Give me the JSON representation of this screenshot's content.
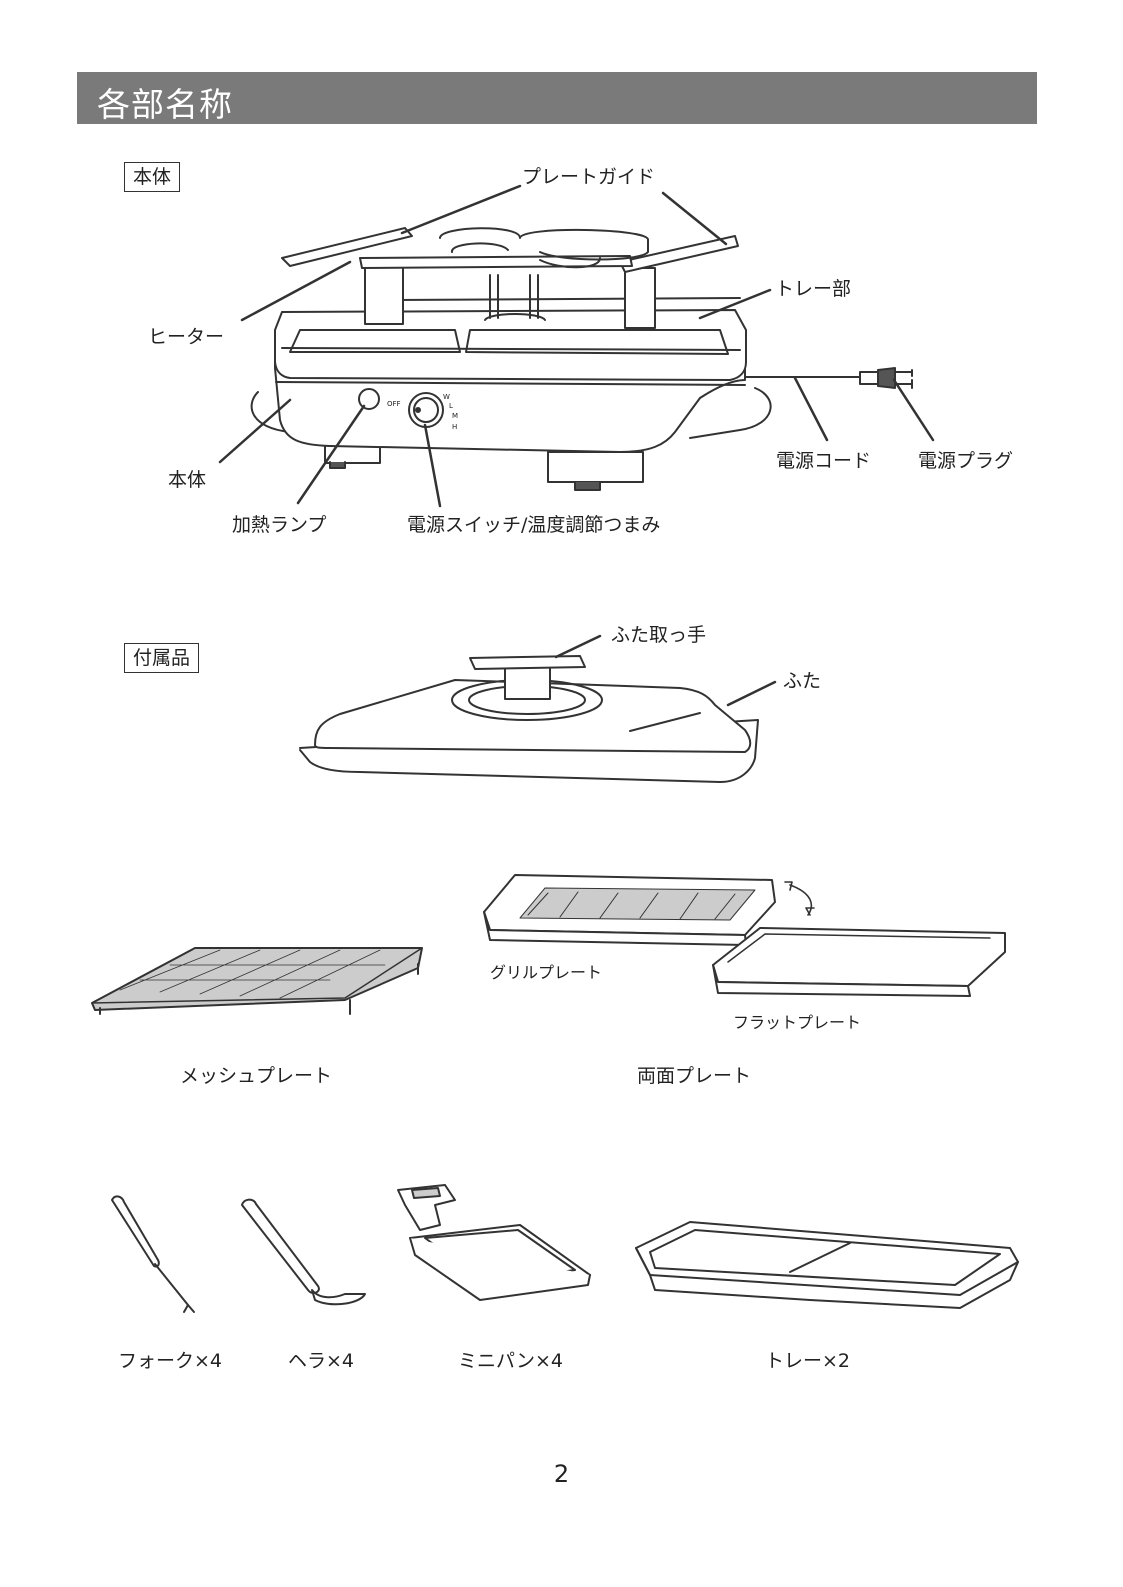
{
  "header": {
    "title": "各部名称"
  },
  "sections": {
    "main_body": "本体",
    "accessories": "付属品"
  },
  "main_labels": {
    "plate_guide": "プレートガイド",
    "tray_section": "トレー部",
    "heater": "ヒーター",
    "body": "本体",
    "power_cord": "電源コード",
    "power_plug": "電源プラグ",
    "heating_lamp": "加熱ランプ",
    "switch_dial": "電源スイッチ/温度調節つまみ"
  },
  "dial_marks": {
    "off": "OFF",
    "w": "W",
    "l": "L",
    "m": "M",
    "h": "H"
  },
  "lid_labels": {
    "lid_handle": "ふた取っ手",
    "lid": "ふた"
  },
  "plate_labels": {
    "grill_plate": "グリルプレート",
    "flat_plate": "フラットプレート",
    "mesh_plate": "メッシュプレート",
    "double_plate": "両面プレート"
  },
  "tool_labels": {
    "fork": "フォーク×4",
    "spatula": "ヘラ×4",
    "mini_pan": "ミニパン×4",
    "tray": "トレー×2"
  },
  "page_number": "2"
}
